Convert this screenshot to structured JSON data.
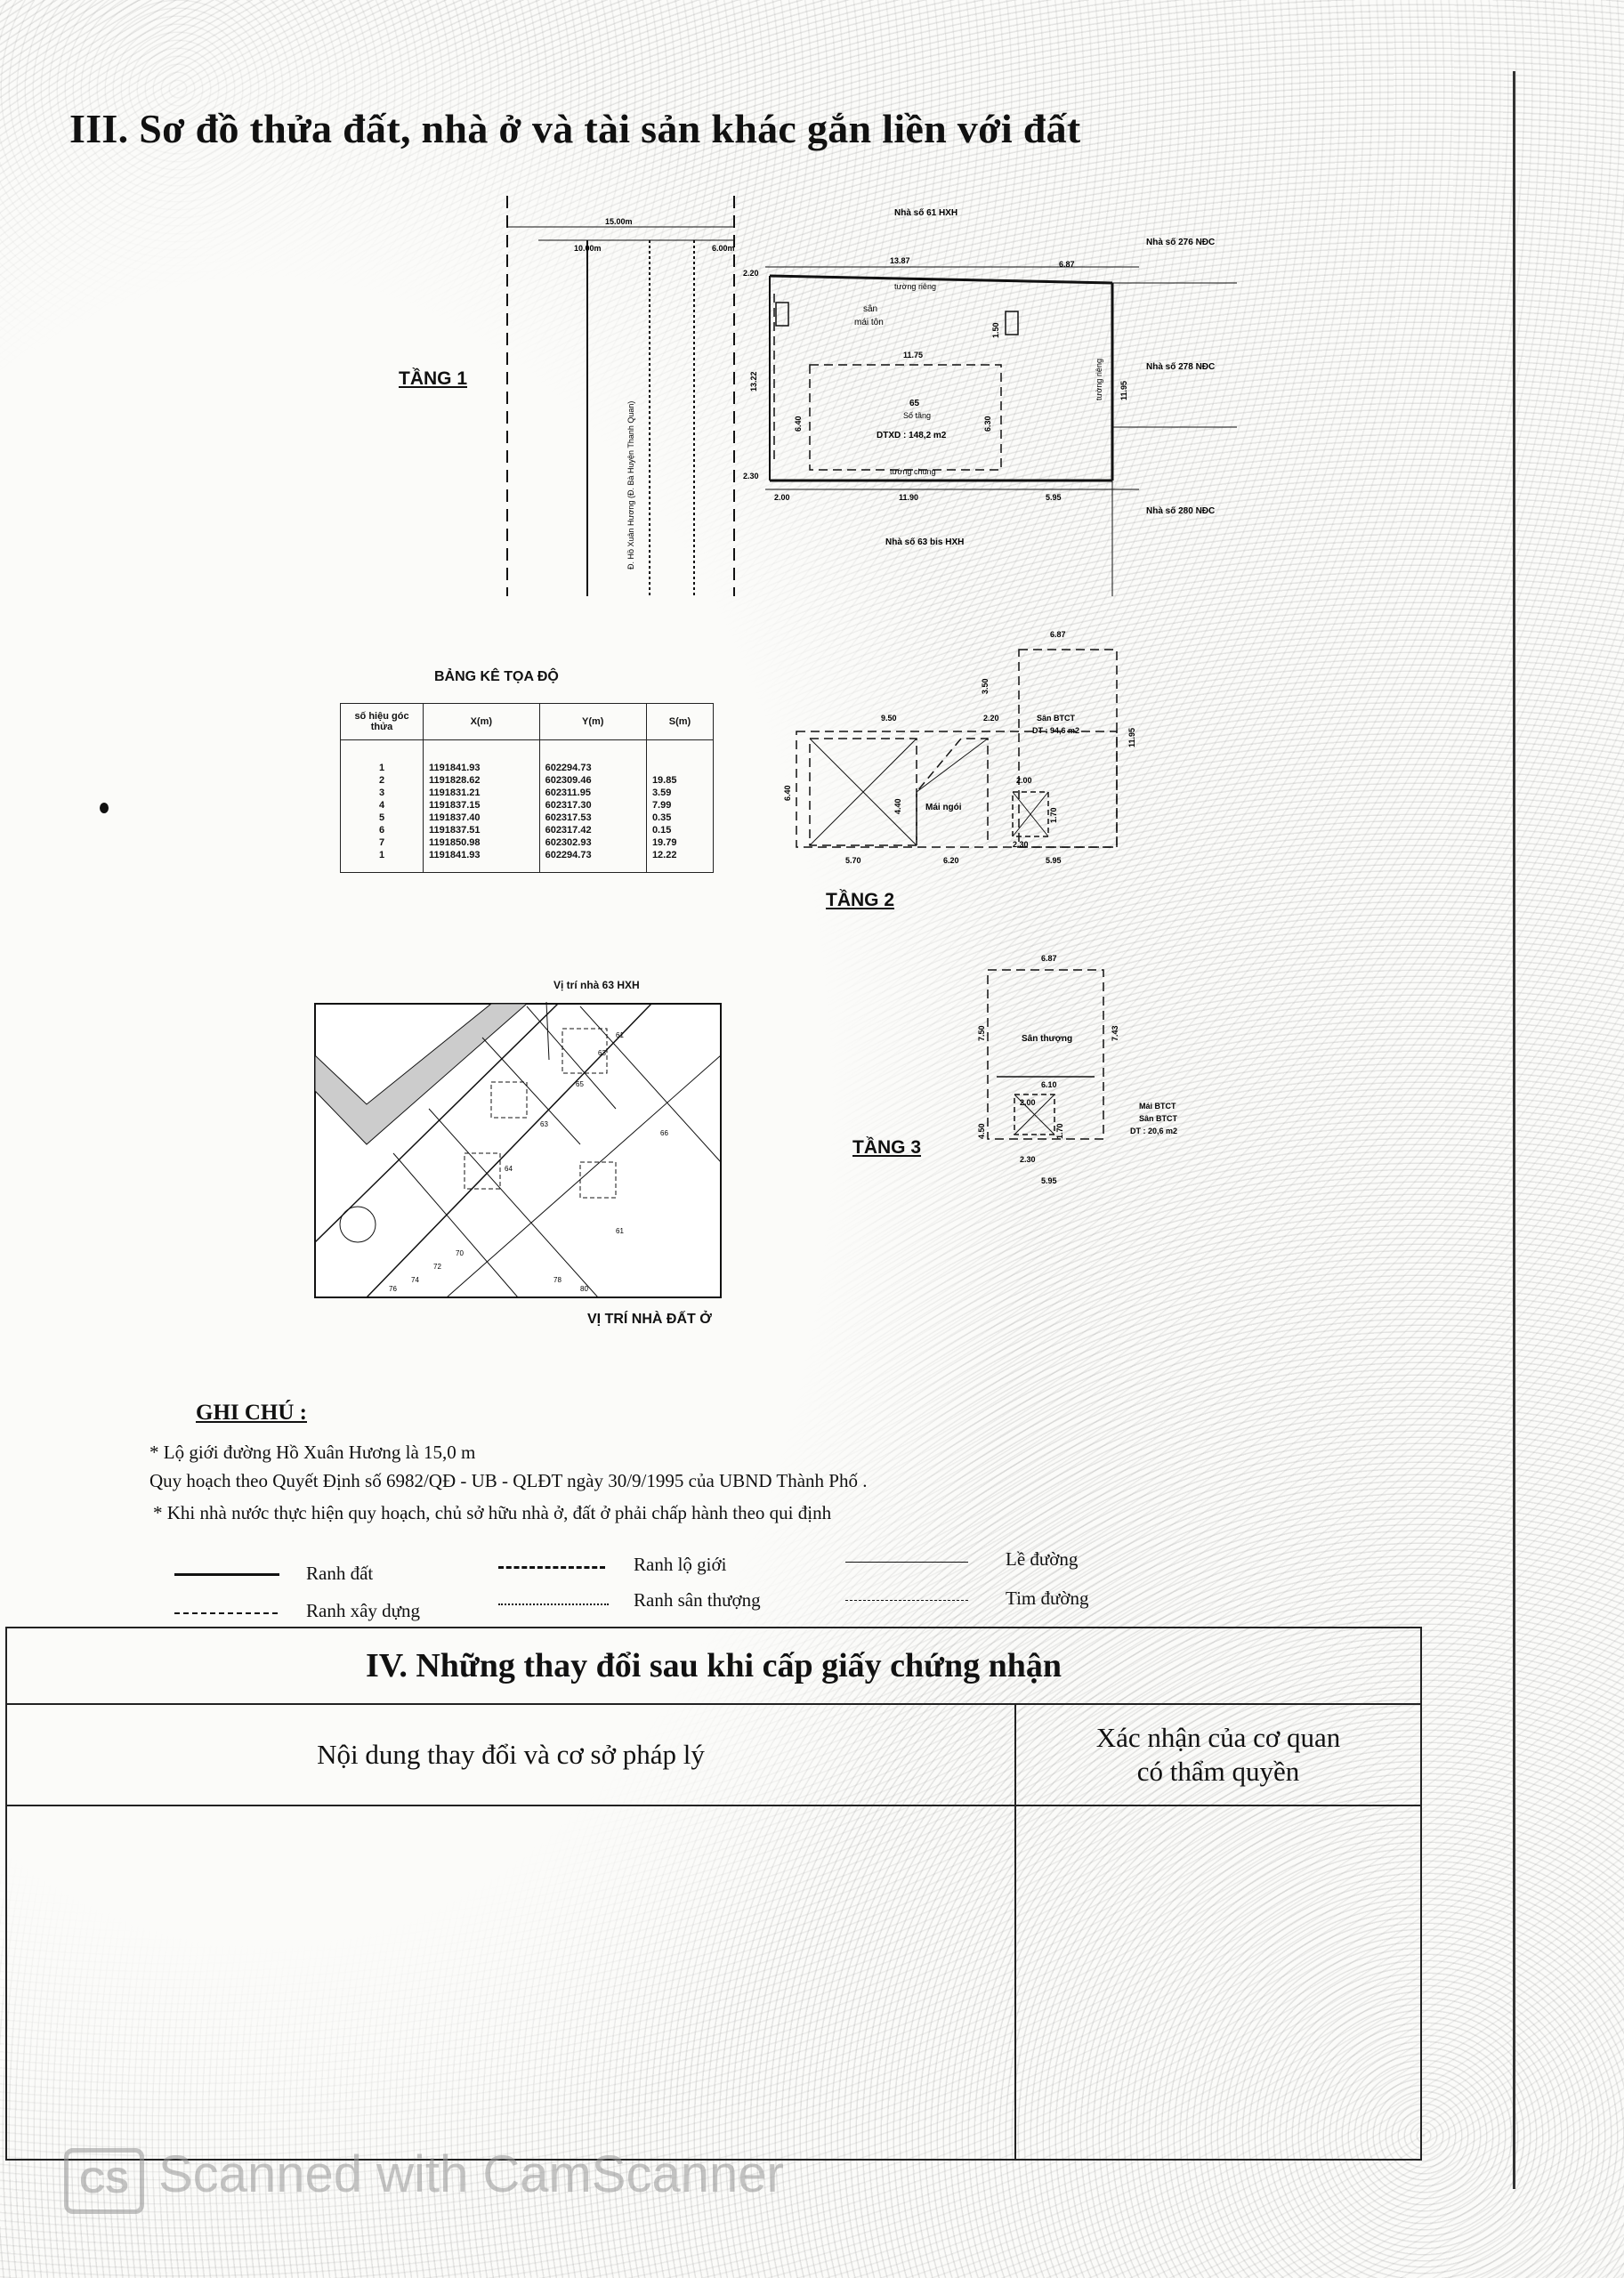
{
  "section3": {
    "title": "III. Sơ đồ thửa đất, nhà ở và tài sản khác gắn liền với đất"
  },
  "floor1": {
    "label": "TẦNG 1",
    "top_neighbor": "Nhà số 61 HXH",
    "bottom_neighbor": "Nhà số 63 bis HXH",
    "right_neighbors": [
      "Nhà số 276 NĐC",
      "Nhà số 278 NĐC",
      "Nhà số 280 NĐC"
    ],
    "center_text": [
      "sân",
      "mái tôn",
      "65",
      "Số tầng",
      "DTXD : 148,2 m2"
    ],
    "wall_labels": [
      "tường riêng",
      "tường chung",
      "tường riêng"
    ],
    "dims": {
      "top": [
        "15.00m",
        "10.00m",
        "6.00m"
      ],
      "plot_top": [
        "13.87",
        "6.87"
      ],
      "plot_bottom": [
        "2.00",
        "11.90",
        "5.95"
      ],
      "mid": "11.75",
      "left_side": [
        "2.20",
        "13.22",
        "6.40",
        "2.30"
      ],
      "right_side": [
        "11.95",
        "6.30",
        "1.50"
      ]
    },
    "street_text": "Đ. Hồ Xuân Hương (Đ. Bà Huyện Thanh Quan)"
  },
  "coord_table": {
    "title": "BẢNG KÊ TỌA ĐỘ",
    "headers": [
      "số hiệu góc thửa",
      "X(m)",
      "Y(m)",
      "S(m)"
    ],
    "rows": [
      [
        "1",
        "1191841.93",
        "602294.73",
        ""
      ],
      [
        "2",
        "1191828.62",
        "602309.46",
        "19.85"
      ],
      [
        "3",
        "1191831.21",
        "602311.95",
        "3.59"
      ],
      [
        "4",
        "1191837.15",
        "602317.30",
        "7.99"
      ],
      [
        "5",
        "1191837.40",
        "602317.53",
        "0.35"
      ],
      [
        "6",
        "1191837.51",
        "602317.42",
        "0.15"
      ],
      [
        "7",
        "1191850.98",
        "602302.93",
        "19.79"
      ],
      [
        "1",
        "1191841.93",
        "602294.73",
        "12.22"
      ]
    ]
  },
  "floor2": {
    "label": "TẦNG 2",
    "area_text": [
      "Sân BTCT",
      "DT : 94,6 m2"
    ],
    "roof_text": "Mái ngói",
    "dims": [
      "6.87",
      "9.50",
      "2.20",
      "11.95",
      "3.50",
      "6.40",
      "5.70",
      "6.20",
      "5.95",
      "2.00",
      "2.30",
      "4.40",
      "1.70"
    ]
  },
  "floor3": {
    "label": "TẦNG 3",
    "area_text": "Sân thượng",
    "side_text": [
      "Mái BTCT",
      "Sân BTCT",
      "DT : 20,6 m2"
    ],
    "dims": [
      "6.87",
      "7.50",
      "7.43",
      "6.10",
      "2.00",
      "2.30",
      "5.95",
      "4.50",
      "1.70"
    ]
  },
  "location_map": {
    "label": "VỊ TRÍ NHÀ ĐẤT Ở",
    "pointer": "Vị trí nhà 63 HXH",
    "lot_numbers": [
      "61",
      "63",
      "65",
      "64",
      "63",
      "66",
      "61",
      "70",
      "72",
      "74",
      "76",
      "78",
      "80"
    ]
  },
  "notes": {
    "title": "GHI CHÚ :",
    "lines": [
      "* Lộ giới đường Hồ Xuân Hương là 15,0 m",
      "Quy hoạch theo Quyết Định số 6982/QĐ - UB - QLĐT ngày 30/9/1995 của UBND Thành Phố .",
      "* Khi nhà nước thực hiện quy hoạch, chủ sở hữu nhà ở, đất ở phải chấp hành theo qui định"
    ],
    "legend": [
      "Ranh đất",
      "Ranh lộ giới",
      "Lề đường",
      "Ranh xây dựng",
      "Ranh sân thượng",
      "Tim đường"
    ]
  },
  "section4": {
    "title": "IV. Những thay đổi sau khi cấp giấy chứng nhận",
    "col_left": "Nội dung thay đổi và cơ sở pháp lý",
    "col_right": "Xác nhận của cơ quan\ncó thẩm quyền"
  },
  "watermark": {
    "logo": "CS",
    "text": "Scanned with CamScanner"
  }
}
